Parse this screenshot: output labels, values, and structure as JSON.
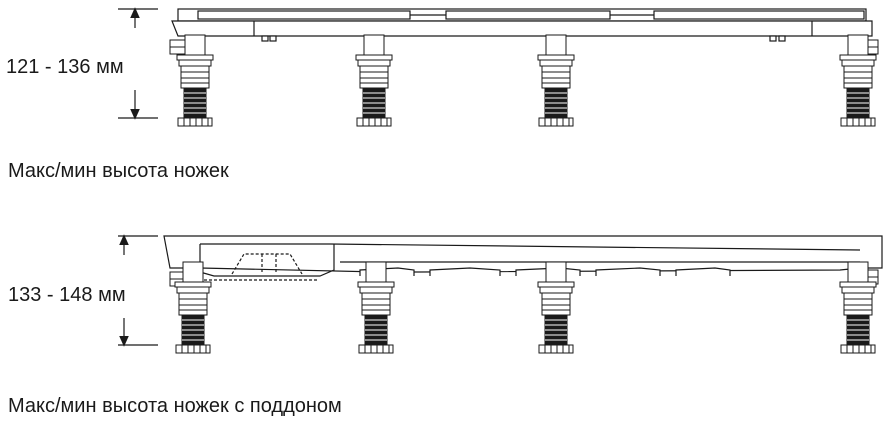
{
  "top": {
    "dimension": "121 - 136 мм",
    "caption": "Макс/мин высота ножек"
  },
  "bottom": {
    "dimension": "133 - 148 мм",
    "caption": "Макс/мин высота ножек с поддоном"
  },
  "colors": {
    "line": "#1a1a1a",
    "background": "#ffffff"
  }
}
